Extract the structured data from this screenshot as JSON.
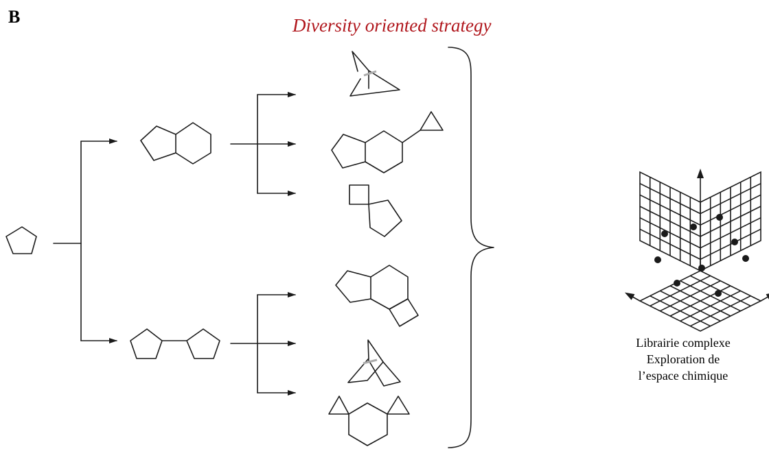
{
  "figure": {
    "panel_label": "B",
    "title": "Diversity oriented strategy",
    "caption_lines": [
      "Librairie complexe",
      "Exploration de",
      "l’espace chimique"
    ],
    "colors": {
      "title": "#b0161c",
      "lines": "#1a1a1a"
    }
  }
}
